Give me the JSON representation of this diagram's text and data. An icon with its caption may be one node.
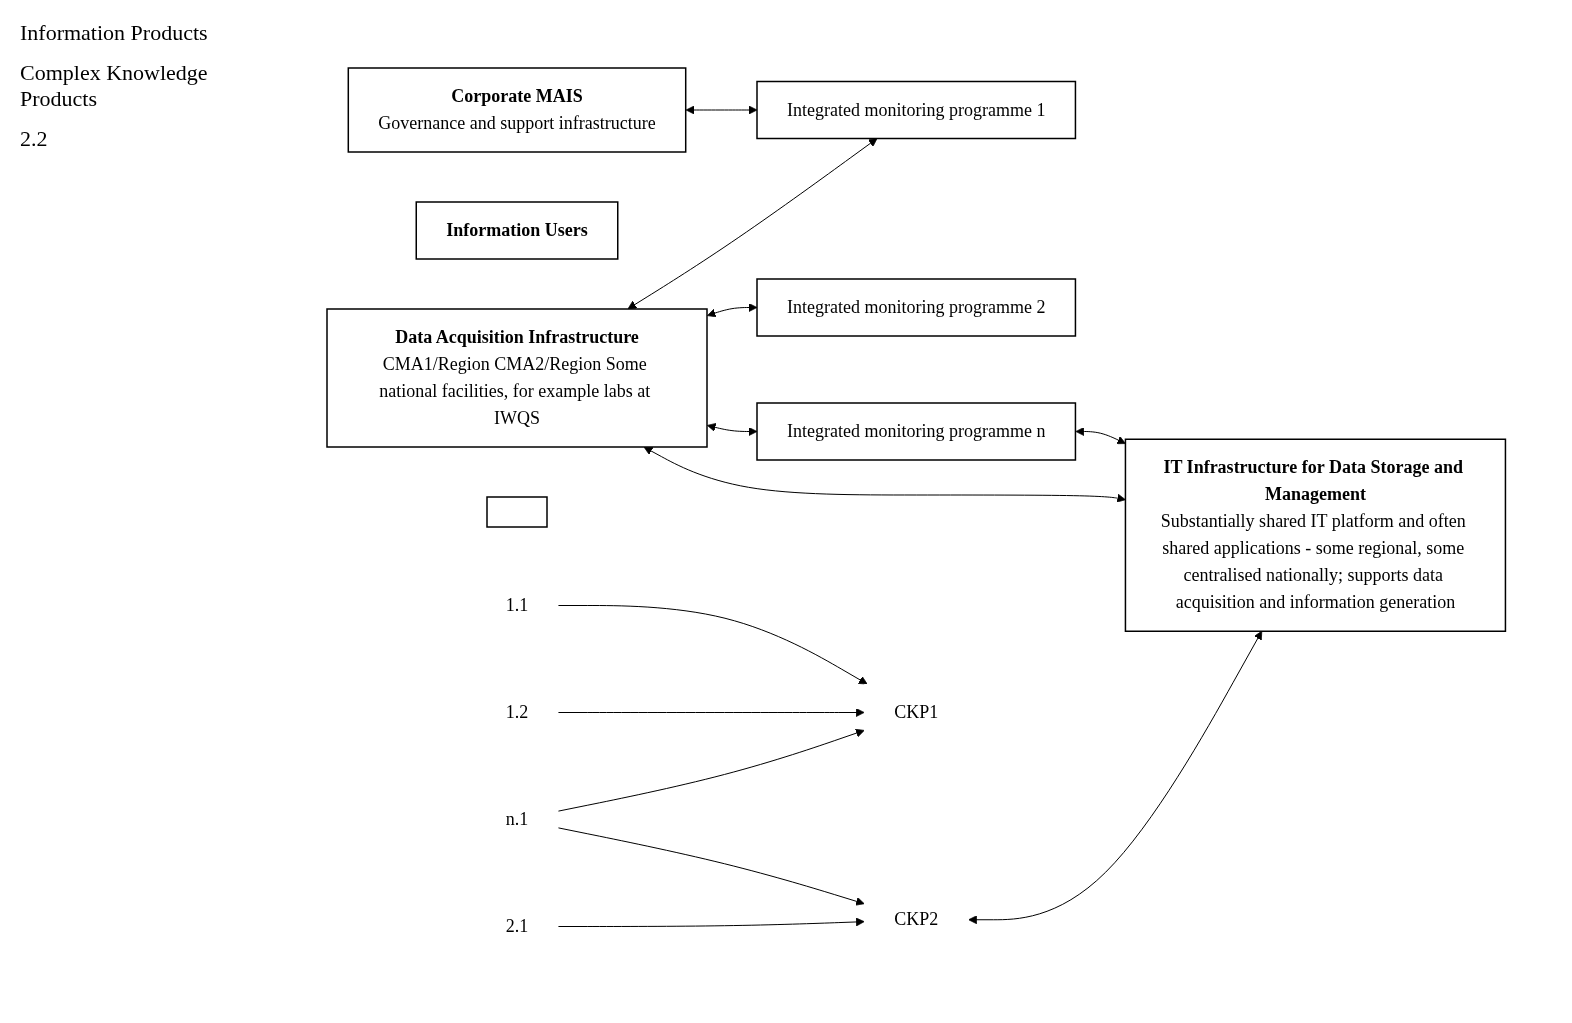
{
  "diagram": {
    "nodes": [
      {
        "text": [
          "Corporate MAIS",
          "Governance and support infrastructure"
        ]
      },
      {
        "text": [
          "Information Users"
        ]
      },
      {
        "text": [
          "Data Acquisition Infrastructure",
          "CMA1/Region CMA2/Region Some national facilities, for example labs at IWQS"
        ]
      },
      {
        "text": [
          "Integrated monitoring programme 1"
        ]
      },
      {
        "text": [
          "Integrated monitoring programme 2"
        ]
      },
      {
        "text": [],
        "shape": "box"
      },
      {
        "text": [
          "Integrated monitoring programme n"
        ]
      },
      {
        "text": [
          "1.1"
        ]
      },
      {
        "text": [
          "1.2"
        ]
      },
      {
        "text": [
          "2.1"
        ]
      },
      {
        "text": [
          "n.1"
        ]
      },
      {
        "text": [
          "CKP1"
        ]
      },
      {
        "text": [
          "CKP2"
        ]
      },
      {
        "text": [
          "IT Infrastructure for Data Storage and Management",
          "Substantially shared IT platform and often shared applications - some regional, some centralised nationally; supports data acquisition and information generation"
        ]
      }
    ],
    "edges": [
      {
        "from": 0,
        "to": 3,
        "arrow": "both"
      },
      {
        "from": 2,
        "to": 3,
        "arrow": "both"
      },
      {
        "from": 2,
        "to": 4,
        "arrow": "both"
      },
      {
        "from": 2,
        "to": 6,
        "arrow": "both"
      },
      {
        "from": 2,
        "to": 13,
        "arrow": "both"
      },
      {
        "from": 6,
        "to": 13,
        "arrow": "both"
      },
      {
        "from": 12,
        "to": 13,
        "arrow": "both"
      },
      {
        "from": 7,
        "to": 11,
        "arrow": "to"
      },
      {
        "from": 8,
        "to": 11,
        "arrow": "to"
      },
      {
        "from": 9,
        "to": 12,
        "arrow": "to"
      },
      {
        "from": 10,
        "to": 11,
        "arrow": "to"
      },
      {
        "from": 10,
        "to": 12,
        "arrow": "to"
      }
    ],
    "labels": [
      "Information Products",
      "Complex Knowledge Products",
      "2.2"
    ]
  }
}
